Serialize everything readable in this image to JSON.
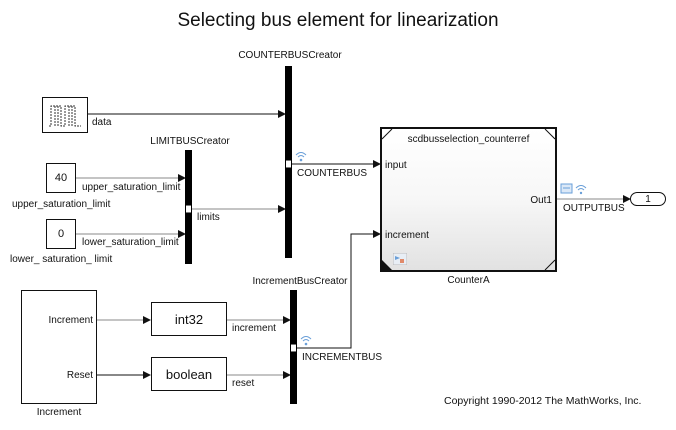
{
  "title": "Selecting bus element for linearization",
  "blocks": {
    "counterbus_creator": {
      "name": "COUNTERBUSCreator"
    },
    "limitbus_creator": {
      "name": "LIMITBUSCreator"
    },
    "incrementbus_creator": {
      "name": "IncrementBusCreator"
    },
    "signal_source": {
      "icon": "pulse-signal-icon"
    },
    "upper_const": {
      "value": "40",
      "name": "upper_saturation_limit"
    },
    "lower_const": {
      "value": "0",
      "name": "lower_ saturation_ limit"
    },
    "counter": {
      "header": "scdbusselection_counterref",
      "name": "CounterA",
      "ports_in": [
        "input",
        "increment"
      ],
      "port_out": "Out1"
    },
    "outport": {
      "value": "1"
    },
    "increment_sub": {
      "name": "Increment",
      "ports_out": [
        "Increment",
        "Reset"
      ]
    },
    "int32": {
      "label": "int32"
    },
    "boolean": {
      "label": "boolean"
    }
  },
  "signals": {
    "data": "data",
    "upper": "upper_saturation_limit",
    "lower": "lower_saturation_limit",
    "limits": "limits",
    "counterbus": "COUNTERBUS",
    "outputbus": "OUTPUTBUS",
    "increment": "increment",
    "reset": "reset",
    "incrementbus": "INCREMENTBUS"
  },
  "colors": {
    "wire": "#111111",
    "gray_wire": "#8a8a8a",
    "accent_blue": "#6a9fd8"
  },
  "copyright": "Copyright 1990-2012 The MathWorks, Inc."
}
